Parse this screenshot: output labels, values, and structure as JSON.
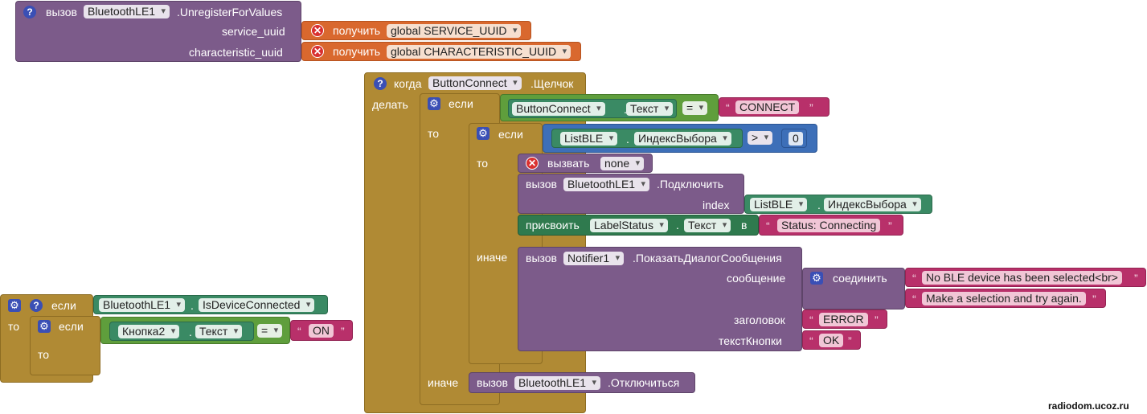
{
  "block1": {
    "call": "вызов",
    "component": "BluetoothLE1",
    "method": ".UnregisterForValues",
    "arg1_label": "service_uuid",
    "arg2_label": "characteristic_uuid",
    "get": "получить",
    "var1": "global SERVICE_UUID",
    "var2": "global CHARACTERISTIC_UUID"
  },
  "event": {
    "when": "когда",
    "component": "ButtonConnect",
    "event_name": ".Щелчок",
    "do": "делать",
    "if1": "если",
    "comp_a": "ButtonConnect",
    "prop_a": "Текст",
    "eq": "=",
    "str_connect": "CONNECT",
    "then1": "то",
    "if2": "если",
    "listble": "ListBLE",
    "index_prop": "ИндексВыбора",
    "gt": ">",
    "zero": "0",
    "then2": "то",
    "callproc": "вызвать",
    "none": "none",
    "call": "вызов",
    "ble": "BluetoothLE1",
    "connect_method": ".Подключить",
    "index_label": "index",
    "set": "присвоить",
    "labelstatus": "LabelStatus",
    "text_prop": "Текст",
    "to_word": "в",
    "status_str": "Status: Connecting",
    "else2": "иначе",
    "notifier": "Notifier1",
    "dialog_method": ".ПоказатьДиалогСообщения",
    "message_label": "сообщение",
    "join": "соединить",
    "msg1": "No BLE device has been selected<br>",
    "msg2": "Make a selection and try again.",
    "title_label": "заголовок",
    "title_str": "ERROR",
    "button_label": "текстКнопки",
    "button_str": "OK",
    "else1": "иначе",
    "disconnect": ".Отключиться"
  },
  "block3": {
    "if": "если",
    "ble": "BluetoothLE1",
    "prop": "IsDeviceConnected",
    "then": "то",
    "if2": "если",
    "comp": "Кнопка2",
    "text_prop": "Текст",
    "eq": "=",
    "on": "ON",
    "then2": "то"
  },
  "watermark": "radiodom.ucoz.ru"
}
